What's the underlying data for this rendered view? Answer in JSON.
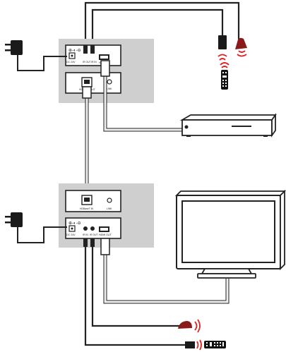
{
  "transmitter": {
    "dc_label": "DC 24V",
    "ir_out_label": "IR OUT",
    "ir_in_label": "IR IN",
    "hdmi_label": "HDMI IN",
    "hdbt_label": "HDBaseT OUT",
    "link_label": "LINK"
  },
  "receiver": {
    "hdbt_label": "HDBaseT IN",
    "link_label": "LINK",
    "dc_label": "DC 24V",
    "ir_in_label": "IR IN",
    "ir_out_label": "IR OUT",
    "hdmi_label": "HDMI OUT"
  },
  "colors": {
    "panel": "#cfcfcf",
    "device": "#111111",
    "cable": "#222222",
    "hdmi_cable": "#eeeeee",
    "ir_signal": "#e02020",
    "ir_eye": "#8a1a1a"
  },
  "icons": [
    "power-adapter-icon",
    "ir-receiver-eye-icon",
    "ir-blaster-icon",
    "remote-control-icon",
    "blu-ray-player-icon",
    "tv-display-icon"
  ]
}
